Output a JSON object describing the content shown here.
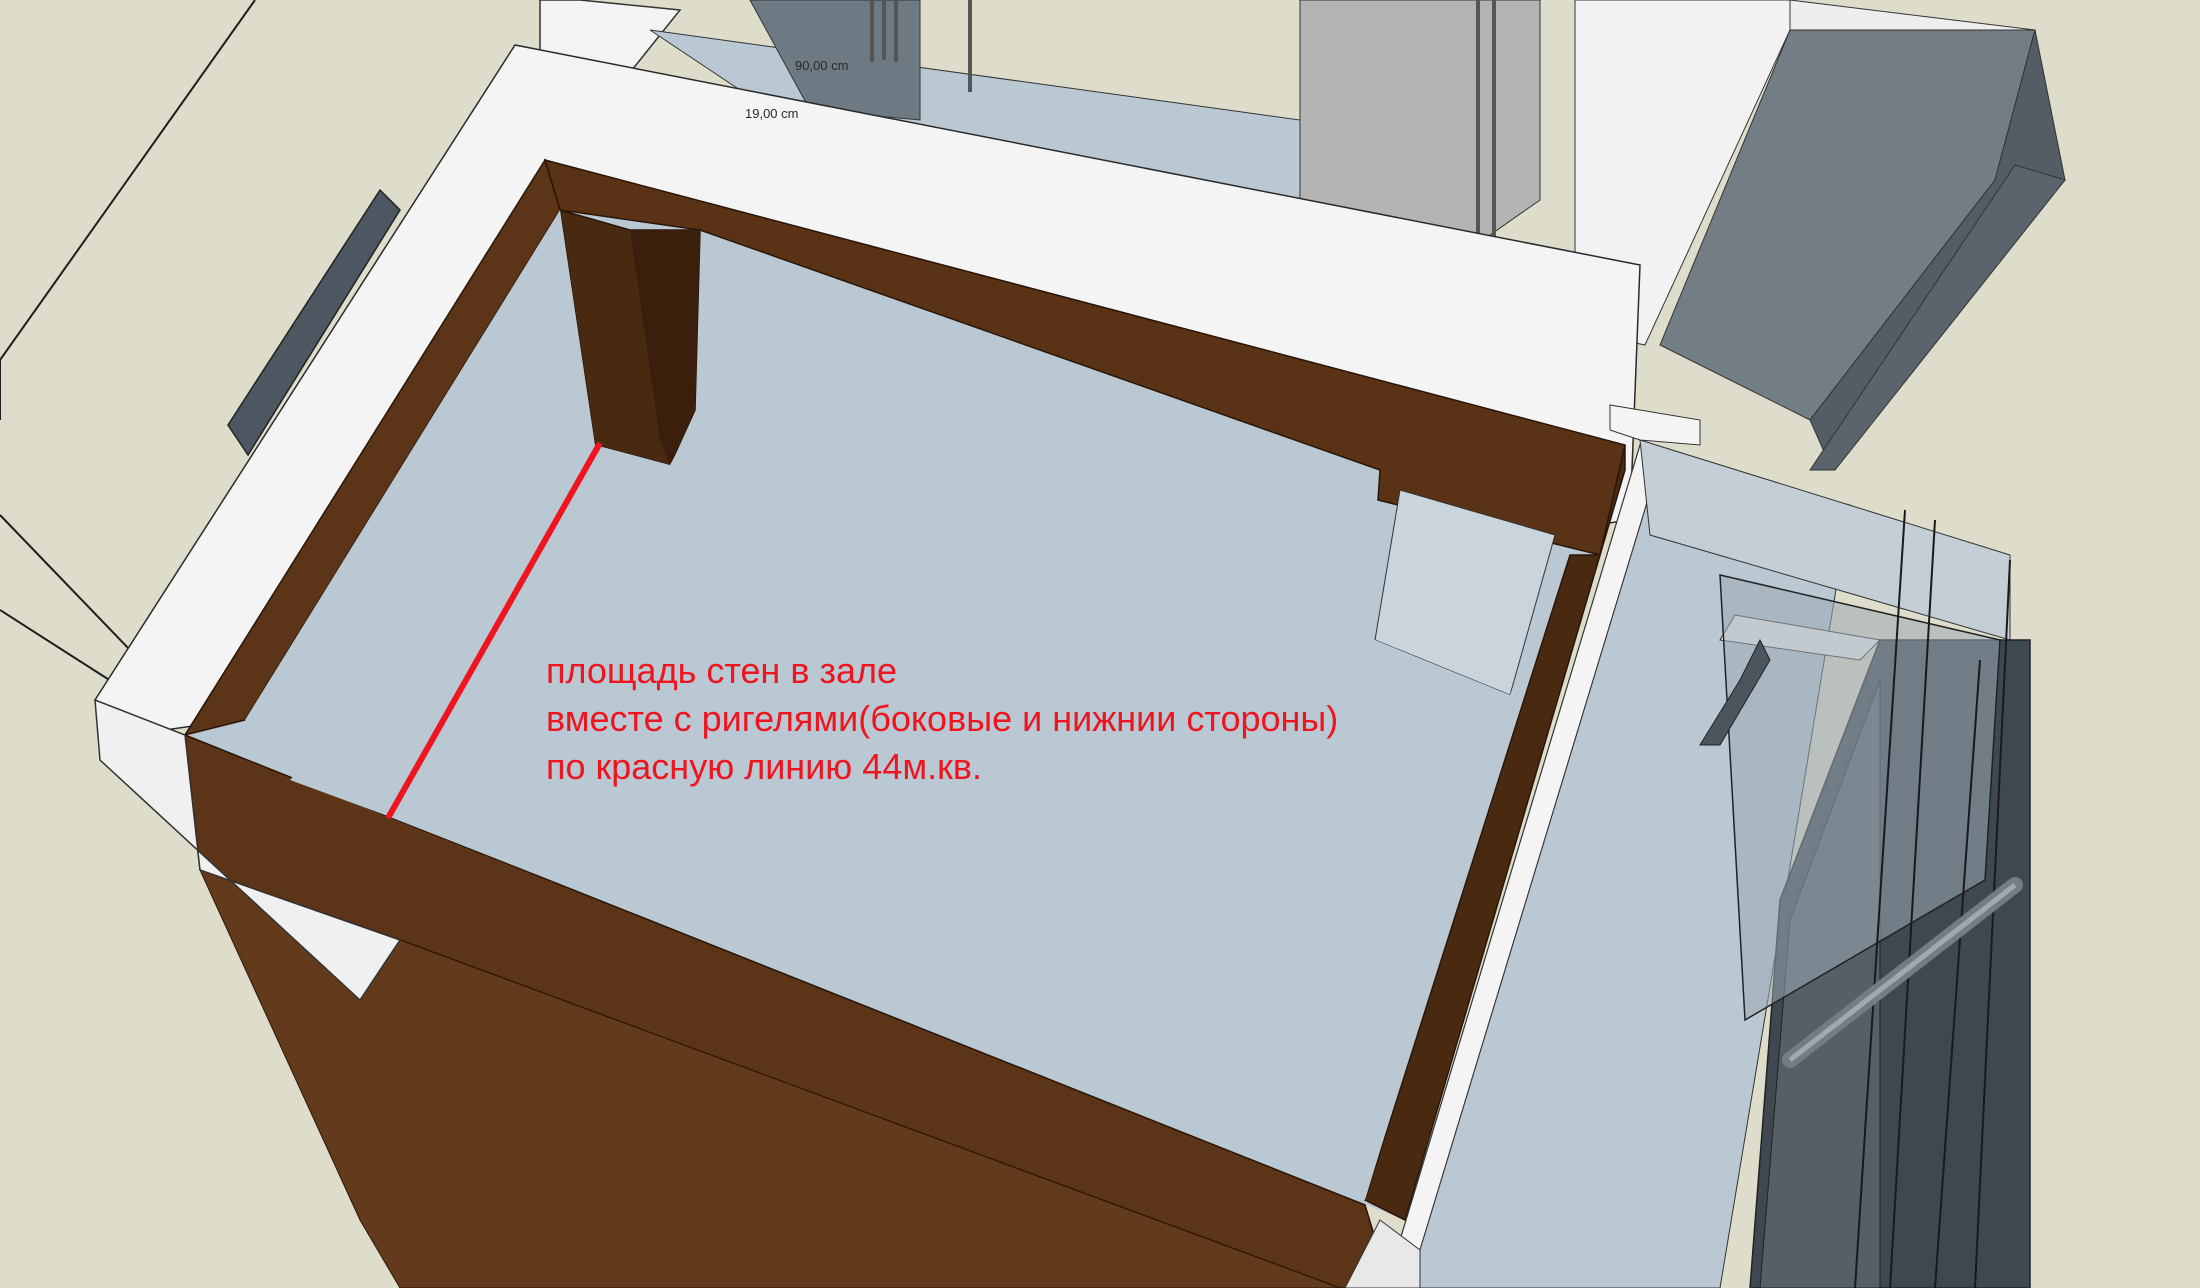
{
  "colors": {
    "background": "#dedcca",
    "floor": "#b9c8d2",
    "wall_cut_top": "#f4f4f4",
    "wood_wall": "#5c3418",
    "wood_wall_dark": "#3e2210",
    "measure_line": "#f0141e",
    "text_annotation": "#f0141e"
  },
  "dimension_labels": {
    "top_width": "90,00 cm",
    "top_depth": "19,00 cm"
  },
  "annotation": {
    "line1": "площадь стен в зале",
    "line2": "вместе с ригелями(боковые и нижнии стороны)",
    "line3": "по красную линию 44м.кв."
  }
}
